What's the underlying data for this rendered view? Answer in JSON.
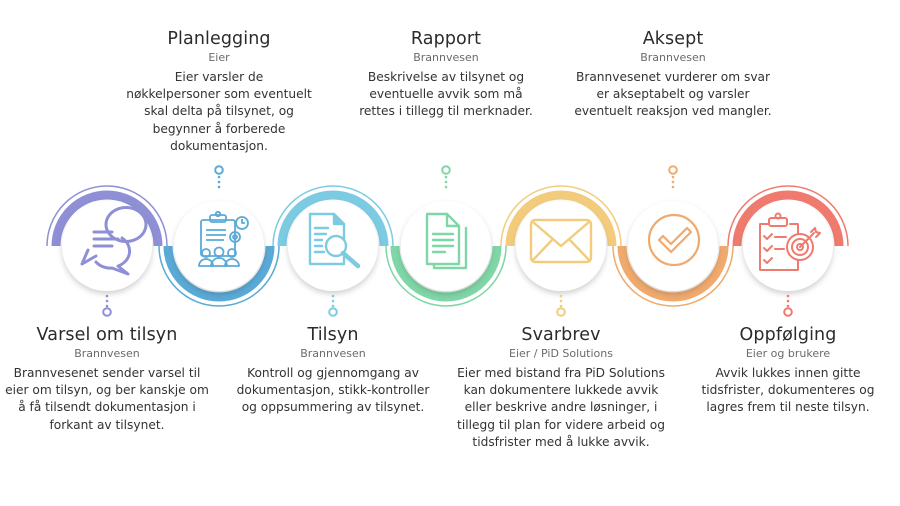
{
  "steps": [
    {
      "title": "Varsel om tilsyn",
      "owner": "Brannvesen",
      "description": "Brannvesenet sender varsel til eier om tilsyn, og ber kanskje om å få tilsendt dokumentasjon i forkant av tilsynet.",
      "icon": "chat-bubbles-icon",
      "color": "#8f8fd6",
      "position": "bottom"
    },
    {
      "title": "Planlegging",
      "owner": "Eier",
      "description": "Eier varsler de nøkkelpersoner som eventuelt skal delta på tilsynet, og begynner å forberede dokumentasjon.",
      "icon": "clipboard-team-icon",
      "color": "#5aaad6",
      "position": "top"
    },
    {
      "title": "Tilsyn",
      "owner": "Brannvesen",
      "description": "Kontroll og gjennomgang av dokumentasjon, stikk-kontroller og oppsummering av tilsynet.",
      "icon": "document-search-icon",
      "color": "#7ccbe2",
      "position": "bottom"
    },
    {
      "title": "Rapport",
      "owner": "Brannvesen",
      "description": "Beskrivelse av tilsynet og eventuelle avvik som må rettes i tillegg til merknader.",
      "icon": "documents-icon",
      "color": "#7fd6a6",
      "position": "top"
    },
    {
      "title": "Svarbrev",
      "owner": "Eier / PiD Solutions",
      "description": "Eier med bistand fra PiD Solutions kan dokumentere lukkede avvik eller beskrive andre løsninger, i tillegg til plan for videre arbeid og tidsfrister med å lukke avvik.",
      "icon": "envelope-icon",
      "color": "#f2cc7c",
      "position": "bottom"
    },
    {
      "title": "Aksept",
      "owner": "Brannvesen",
      "description": "Brannvesenet vurderer om svar er akseptabelt og varsler eventuelt reaksjon ved mangler.",
      "icon": "check-circle-icon",
      "color": "#f0aa6e",
      "position": "top"
    },
    {
      "title": "Oppfølging",
      "owner": "Eier og brukere",
      "description": "Avvik lukkes innen gitte tidsfrister, dokumenteres og lagres frem til neste tilsyn.",
      "icon": "clipboard-target-icon",
      "color": "#f07a6e",
      "position": "bottom"
    }
  ]
}
